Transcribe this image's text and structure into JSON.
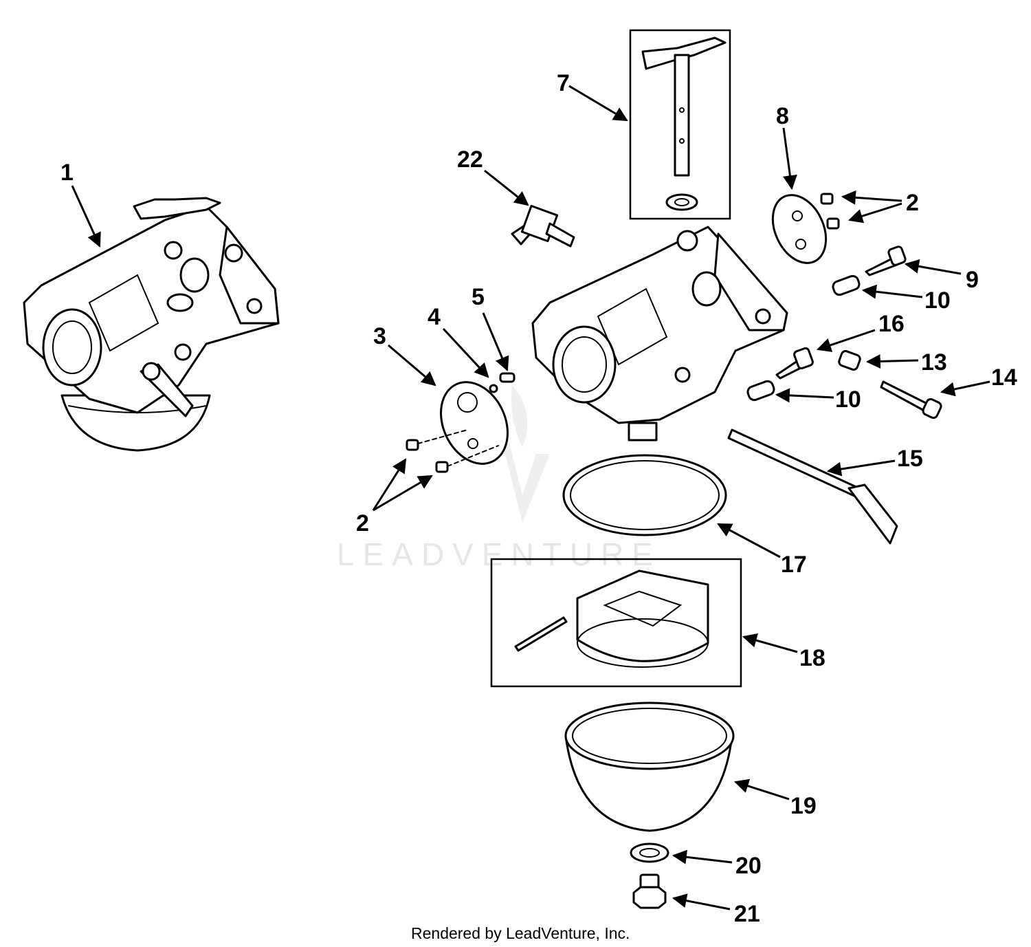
{
  "diagram": {
    "callouts": [
      {
        "id": "c1",
        "label": "1"
      },
      {
        "id": "c2a",
        "label": "2"
      },
      {
        "id": "c2b",
        "label": "2"
      },
      {
        "id": "c3",
        "label": "3"
      },
      {
        "id": "c4",
        "label": "4"
      },
      {
        "id": "c5",
        "label": "5"
      },
      {
        "id": "c7",
        "label": "7"
      },
      {
        "id": "c8",
        "label": "8"
      },
      {
        "id": "c9",
        "label": "9"
      },
      {
        "id": "c10a",
        "label": "10"
      },
      {
        "id": "c10b",
        "label": "10"
      },
      {
        "id": "c13",
        "label": "13"
      },
      {
        "id": "c14",
        "label": "14"
      },
      {
        "id": "c15",
        "label": "15"
      },
      {
        "id": "c16",
        "label": "16"
      },
      {
        "id": "c17",
        "label": "17"
      },
      {
        "id": "c18",
        "label": "18"
      },
      {
        "id": "c19",
        "label": "19"
      },
      {
        "id": "c20",
        "label": "20"
      },
      {
        "id": "c21",
        "label": "21"
      },
      {
        "id": "c22",
        "label": "22"
      }
    ],
    "watermark": "LEADVENTURE",
    "footer": "Rendered by LeadVenture, Inc."
  }
}
